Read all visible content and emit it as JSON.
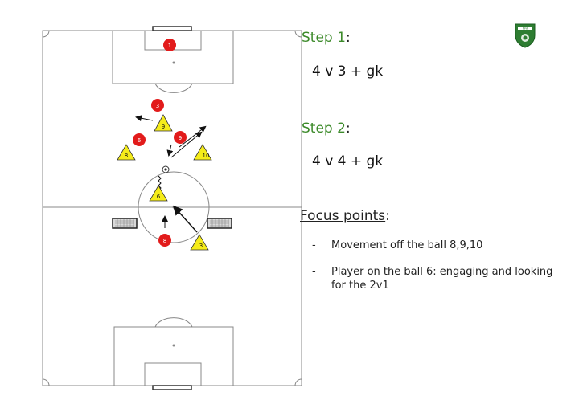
{
  "logo": {
    "text": "FAI",
    "brand_color": "#2e7d32"
  },
  "step1": {
    "title": "Step 1",
    "punct": ":",
    "setup": "4 v 3 + gk"
  },
  "step2": {
    "title": "Step 2",
    "punct": ":",
    "setup": "4 v 4 + gk"
  },
  "focus": {
    "title": "Focus points",
    "punct": ":",
    "bullets": [
      {
        "dash": "-",
        "text": "Movement off the ball 8,9,10"
      },
      {
        "dash": "-",
        "text": "Player on the ball 6: engaging and looking for the 2v1"
      }
    ]
  },
  "colors": {
    "heading_green": "#3c8a2a",
    "attacker_red": "#e21b1b",
    "defender_yellow": "#f5ec1a",
    "goal_fill": "#d9d9d9"
  },
  "players": [
    {
      "team": "red",
      "number": "1"
    },
    {
      "team": "red",
      "number": "3"
    },
    {
      "team": "red",
      "number": "6"
    },
    {
      "team": "red",
      "number": "9"
    },
    {
      "team": "red",
      "number": "8"
    },
    {
      "team": "yellow",
      "number": "9"
    },
    {
      "team": "yellow",
      "number": "8"
    },
    {
      "team": "yellow",
      "number": "10"
    },
    {
      "team": "yellow",
      "number": "6"
    },
    {
      "team": "yellow",
      "number": "3"
    }
  ]
}
